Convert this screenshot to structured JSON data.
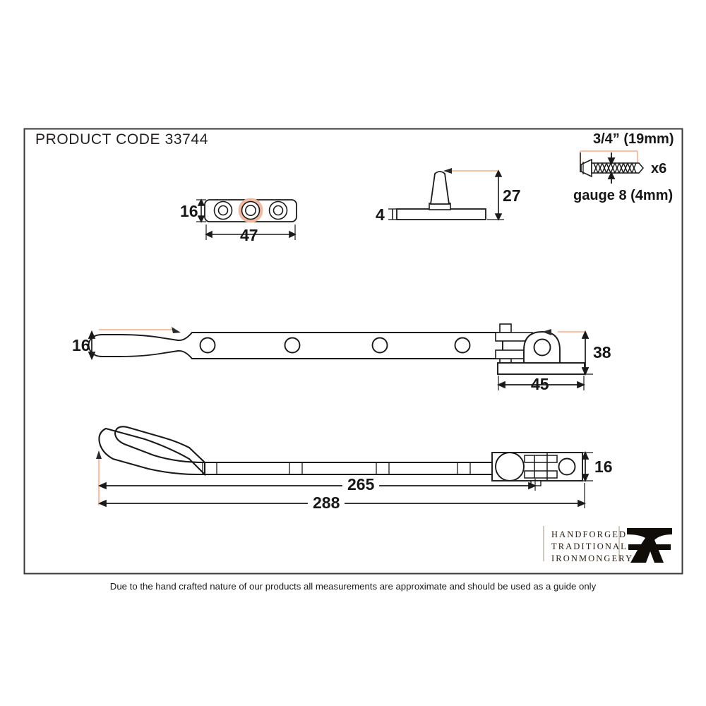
{
  "page": {
    "product_code": "PRODUCT CODE 33744",
    "footer_note": "Due to the hand crafted nature of our products all measurements are approximate and should be used as a guide only",
    "border_color": "#3b3b3b",
    "line_color": "#1a1a1a",
    "leader_color": "#f3c3ac"
  },
  "screw_callout": {
    "length_label": "3/4” (19mm)",
    "quantity_label": "x6",
    "gauge_label": "gauge 8 (4mm)",
    "icon": "screw-icon"
  },
  "keep_plate": {
    "name": "keep plate",
    "height_label": "16",
    "width_label": "47",
    "holes": 3,
    "highlight_color": "#f0b9a2"
  },
  "pin_detail": {
    "name": "pin stud side view",
    "height_label": "27",
    "base_thickness_label": "4"
  },
  "stay_arm_plan": {
    "name": "stay arm plan view",
    "width_label": "16",
    "bracket_height_label": "38",
    "bracket_width_label": "45",
    "hole_count": 4
  },
  "stay_arm_side": {
    "name": "stay arm side view",
    "length_label": "265",
    "overall_length_label": "288",
    "end_height_label": "16"
  },
  "logo": {
    "line1": "HANDFORGED",
    "line2": "TRADITIONAL",
    "line3": "IRONMONGERY",
    "mark": "anvil-a-icon"
  }
}
